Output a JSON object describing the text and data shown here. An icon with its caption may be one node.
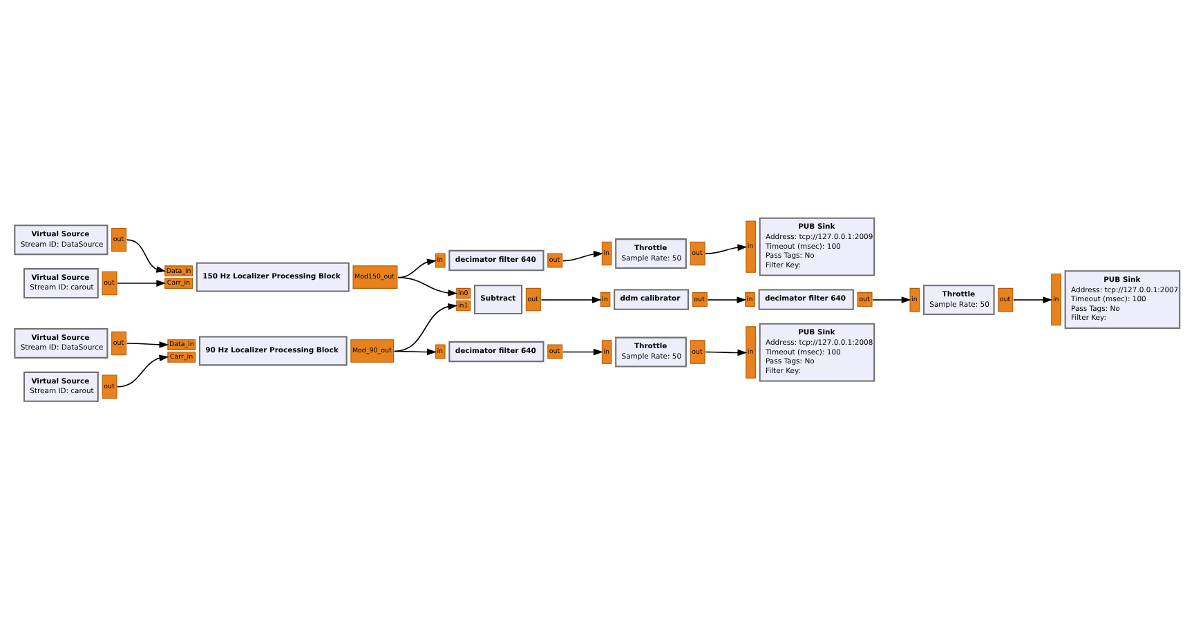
{
  "diagram": {
    "nodes": [
      {
        "text": [
          "Virtual Source",
          "Stream ID: DataSource"
        ],
        "beside": [
          "out"
        ]
      },
      {
        "text": [
          "150 Hz Localizer Processing Block"
        ],
        "beside": [
          "Data_in",
          "Carr_in",
          "Mod150_out"
        ]
      },
      {
        "text": [
          "Virtual Source",
          "Stream ID: carout"
        ],
        "beside": [
          "out"
        ]
      },
      {
        "text": [
          "decimator filter 640"
        ],
        "beside": [
          "in",
          "out"
        ]
      },
      {
        "text": [
          "Throttle",
          "Sample Rate: 50"
        ],
        "beside": [
          "in",
          "out"
        ]
      },
      {
        "text": [
          "PUB Sink",
          "Address: tcp://127.0.0.1:2009",
          "Timeout (msec): 100",
          "Pass Tags: No",
          "Filter Key:"
        ],
        "beside": [
          "in"
        ]
      },
      {
        "text": [
          "ddm calibrator"
        ],
        "beside": [
          "in",
          "out"
        ]
      },
      {
        "text": [
          "Subtract"
        ],
        "beside": [
          "in0",
          "in1",
          "out"
        ]
      },
      {
        "text": [
          "Throttle",
          "Sample Rate: 50"
        ],
        "beside": [
          "in",
          "out"
        ]
      },
      {
        "text": [
          "PUB Sink",
          "Address: tcp://127.0.0.1:2007",
          "Timeout (msec): 100",
          "Pass Tags: No",
          "Filter Key:"
        ],
        "beside": [
          "in"
        ]
      },
      {
        "text": [
          "decimator filter 640"
        ],
        "beside": [
          "in",
          "out"
        ]
      },
      {
        "text": [
          "Virtual Source",
          "Stream ID: DataSource"
        ],
        "beside": [
          "out"
        ]
      },
      {
        "text": [
          "decimator filter 640"
        ],
        "beside": [
          "in",
          "out"
        ]
      },
      {
        "text": [
          "90 Hz Localizer Processing Block"
        ],
        "beside": [
          "Data_in",
          "Carr_in",
          "Mod_90_out"
        ]
      },
      {
        "text": [
          "Throttle",
          "Sample Rate: 50"
        ],
        "beside": [
          "in",
          "out"
        ]
      },
      {
        "text": [
          "PUB Sink",
          "Address: tcp://127.0.0.1:2008",
          "Timeout (msec): 100",
          "Pass Tags: No",
          "Filter Key:"
        ],
        "beside": [
          "in"
        ]
      },
      {
        "text": [
          "Virtual Source",
          "Stream ID: carout"
        ],
        "beside": [
          "out"
        ]
      }
    ],
    "edges": [
      {
        "from": 0,
        "to": 1,
        "arrow": "to"
      },
      {
        "from": 2,
        "to": 1,
        "arrow": "to"
      },
      {
        "from": 1,
        "to": 3,
        "arrow": "to"
      },
      {
        "from": 3,
        "to": 4,
        "arrow": "to"
      },
      {
        "from": 4,
        "to": 5,
        "arrow": "to"
      },
      {
        "from": 1,
        "to": 7,
        "arrow": "to"
      },
      {
        "from": 13,
        "to": 7,
        "arrow": "to"
      },
      {
        "from": 7,
        "to": 6,
        "arrow": "to"
      },
      {
        "from": 6,
        "to": 10,
        "arrow": "to"
      },
      {
        "from": 10,
        "to": 8,
        "arrow": "to"
      },
      {
        "from": 8,
        "to": 9,
        "arrow": "to"
      },
      {
        "from": 11,
        "to": 13,
        "arrow": "to"
      },
      {
        "from": 16,
        "to": 13,
        "arrow": "to"
      },
      {
        "from": 13,
        "to": 12,
        "arrow": "to"
      },
      {
        "from": 12,
        "to": 14,
        "arrow": "to"
      },
      {
        "from": 14,
        "to": 15,
        "arrow": "to"
      }
    ]
  }
}
